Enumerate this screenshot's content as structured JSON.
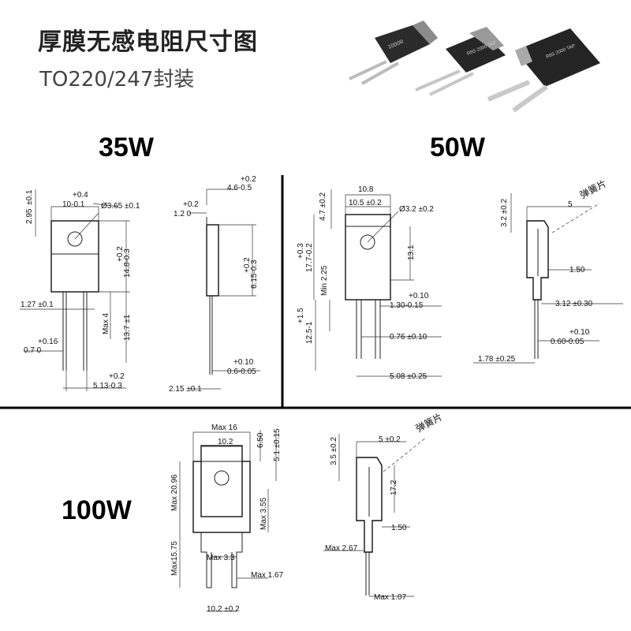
{
  "header": {
    "title": "厚膜无感电阻尺寸图",
    "subtitle": "TO220/247封装"
  },
  "sections": {
    "w35": {
      "label": "35W",
      "dims": {
        "tab_h": "2.95",
        "tab_h_tol": "±0.1",
        "width_tol_top": "+0.4",
        "width": "10-0.1",
        "hole": "Ø3.65 ±0.1",
        "height_tol": "+0.2",
        "height": "14.8-0.3",
        "lead_w": "1.27 ±0.1",
        "max4": "Max 4",
        "lead_len": "13.7 ±1",
        "lead_t_tol": "+0.16",
        "lead_t": "0.7  0",
        "pitch_tol": "+0.2",
        "pitch": "5.13-0.3",
        "side_t_tol": "+0.2",
        "side_t": "1.2  0",
        "side_total_tol": "+0.2",
        "side_total": "4.6-0.5",
        "side_body_tol": "+0.2",
        "side_body": "6.15-0.3",
        "side_lead_tol": "+0.10",
        "side_lead": "0.6-0.05",
        "side_bottom": "2.15 ±0.1"
      }
    },
    "w50": {
      "label": "50W",
      "spring_label": "弹簧片",
      "dims": {
        "width": "10.8",
        "inner_w": "10.5 ±0.2",
        "tab_h": "4.7 ±0.2",
        "hole": "Ø3.2 ±0.2",
        "height_tol": "+0.3",
        "height": "17.7-0.2",
        "body_h": "13.1",
        "min": "Min 2.25",
        "lead_w_tol": "+0.10",
        "lead_w": "1.30-0.15",
        "lead_len_tol": "+1.5",
        "lead_len": "12.5-1",
        "lead_t": "0.76 ±0.10",
        "pitch": "5.08 ±0.25",
        "side_tab": "3.2 ±0.2",
        "side_total": "5",
        "side_15": "1.50",
        "side_thk": "3.12 ±0.30",
        "side_lead_tol": "+0.10",
        "side_lead": "0.60-0.05",
        "side_bottom": "1.78 ±0.25"
      }
    },
    "w100": {
      "label": "100W",
      "spring_label": "弹簧片",
      "dims": {
        "max16": "Max 16",
        "inner": "10.2",
        "h650": "6.50",
        "tab": "5.1 ±0.15",
        "height": "Max 20.96",
        "max355": "Max 3.55",
        "lead_len": "Max15.75",
        "max33": "Max 3.3",
        "max167": "Max 1.67",
        "pitch": "10.2 ±0.2",
        "side_w": "5 ±0.2",
        "side_tab": "3.5 ±0.2",
        "side_h": "17.2",
        "side_15": "1.50",
        "side_267": "Max 2.67",
        "side_107": "Max 1.07"
      }
    }
  },
  "photo": {
    "part_labels": [
      "1000R",
      "R8S 2000 TAP",
      "R8S 2000 TAP"
    ]
  }
}
